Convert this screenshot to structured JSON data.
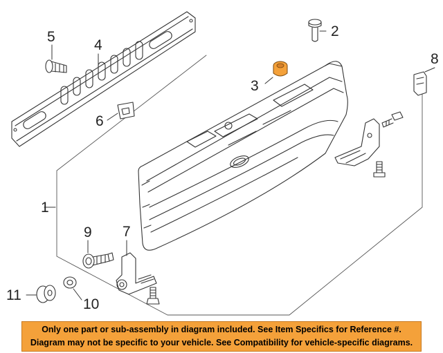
{
  "callouts": {
    "n1": "1",
    "n2": "2",
    "n3": "3",
    "n4": "4",
    "n5": "5",
    "n6": "6",
    "n7": "7",
    "n8": "8",
    "n9": "9",
    "n10": "10",
    "n11": "11"
  },
  "highlight_color": "#f4a13a",
  "banner": {
    "line1": "Only one part or sub-assembly in diagram included. See Item Specifics for Reference #.",
    "line2": "Diagram may not be specific to your vehicle. See Compatibility for vehicle-specific diagrams."
  }
}
